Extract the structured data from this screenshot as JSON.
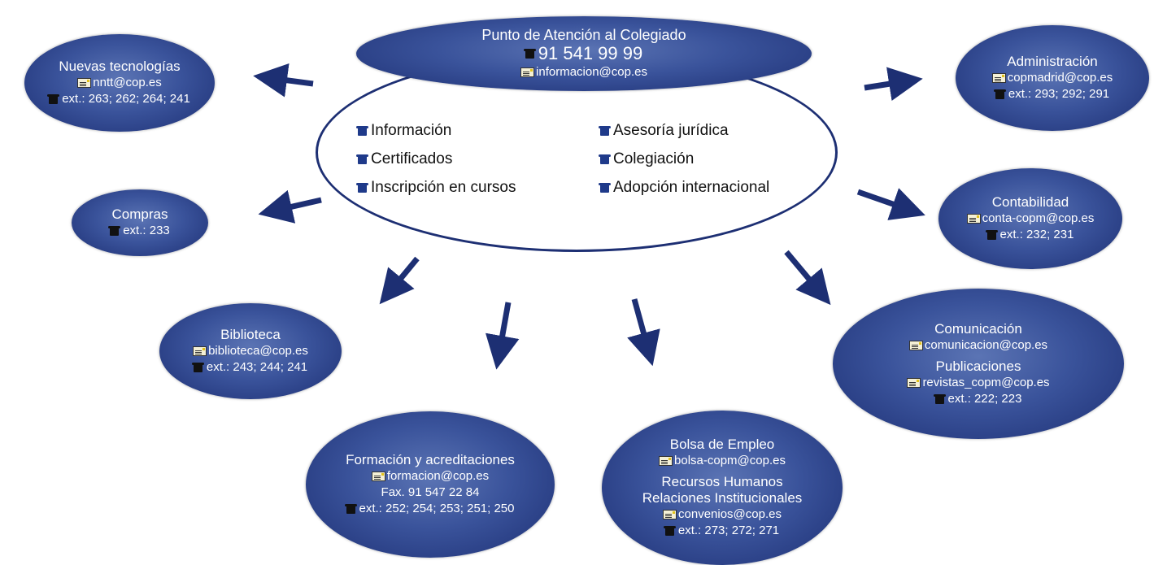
{
  "center": {
    "title": "Punto de Atención al Colegiado",
    "phone": "91 541 99 99",
    "email": "informacion@cop.es",
    "services": [
      "Información",
      "Asesoría jurídica",
      "Certificados",
      "Colegiación",
      "Inscripción en cursos",
      "Adopción internacional"
    ]
  },
  "nntt": {
    "title": "Nuevas tecnologías",
    "email": "nntt@cop.es",
    "ext": "ext.: 263; 262; 264; 241"
  },
  "compras": {
    "title": "Compras",
    "ext": "ext.: 233"
  },
  "biblioteca": {
    "title": "Biblioteca",
    "email": "biblioteca@cop.es",
    "ext": "ext.: 243; 244; 241"
  },
  "formacion": {
    "title": "Formación y acreditaciones",
    "email": "formacion@cop.es",
    "fax": "Fax. 91 547 22 84",
    "ext": "ext.: 252; 254; 253; 251; 250"
  },
  "bolsa": {
    "title": "Bolsa de Empleo",
    "email": "bolsa-copm@cop.es",
    "title2": "Recursos Humanos",
    "title3": "Relaciones Institucionales",
    "email2": "convenios@cop.es",
    "ext": "ext.: 273; 272; 271"
  },
  "comunicacion": {
    "title": "Comunicación",
    "email": "comunicacion@cop.es",
    "title2": "Publicaciones",
    "email2": "revistas_copm@cop.es",
    "ext": "ext.: 222; 223"
  },
  "contabilidad": {
    "title": "Contabilidad",
    "email": "conta-copm@cop.es",
    "ext": "ext.: 232; 231"
  },
  "administracion": {
    "title": "Administración",
    "email": "copmadrid@cop.es",
    "ext": "ext.: 293; 292; 291"
  },
  "colors": {
    "node": "#3a539b",
    "node_dark": "#1d2f73",
    "arrow": "#1d2f73"
  }
}
